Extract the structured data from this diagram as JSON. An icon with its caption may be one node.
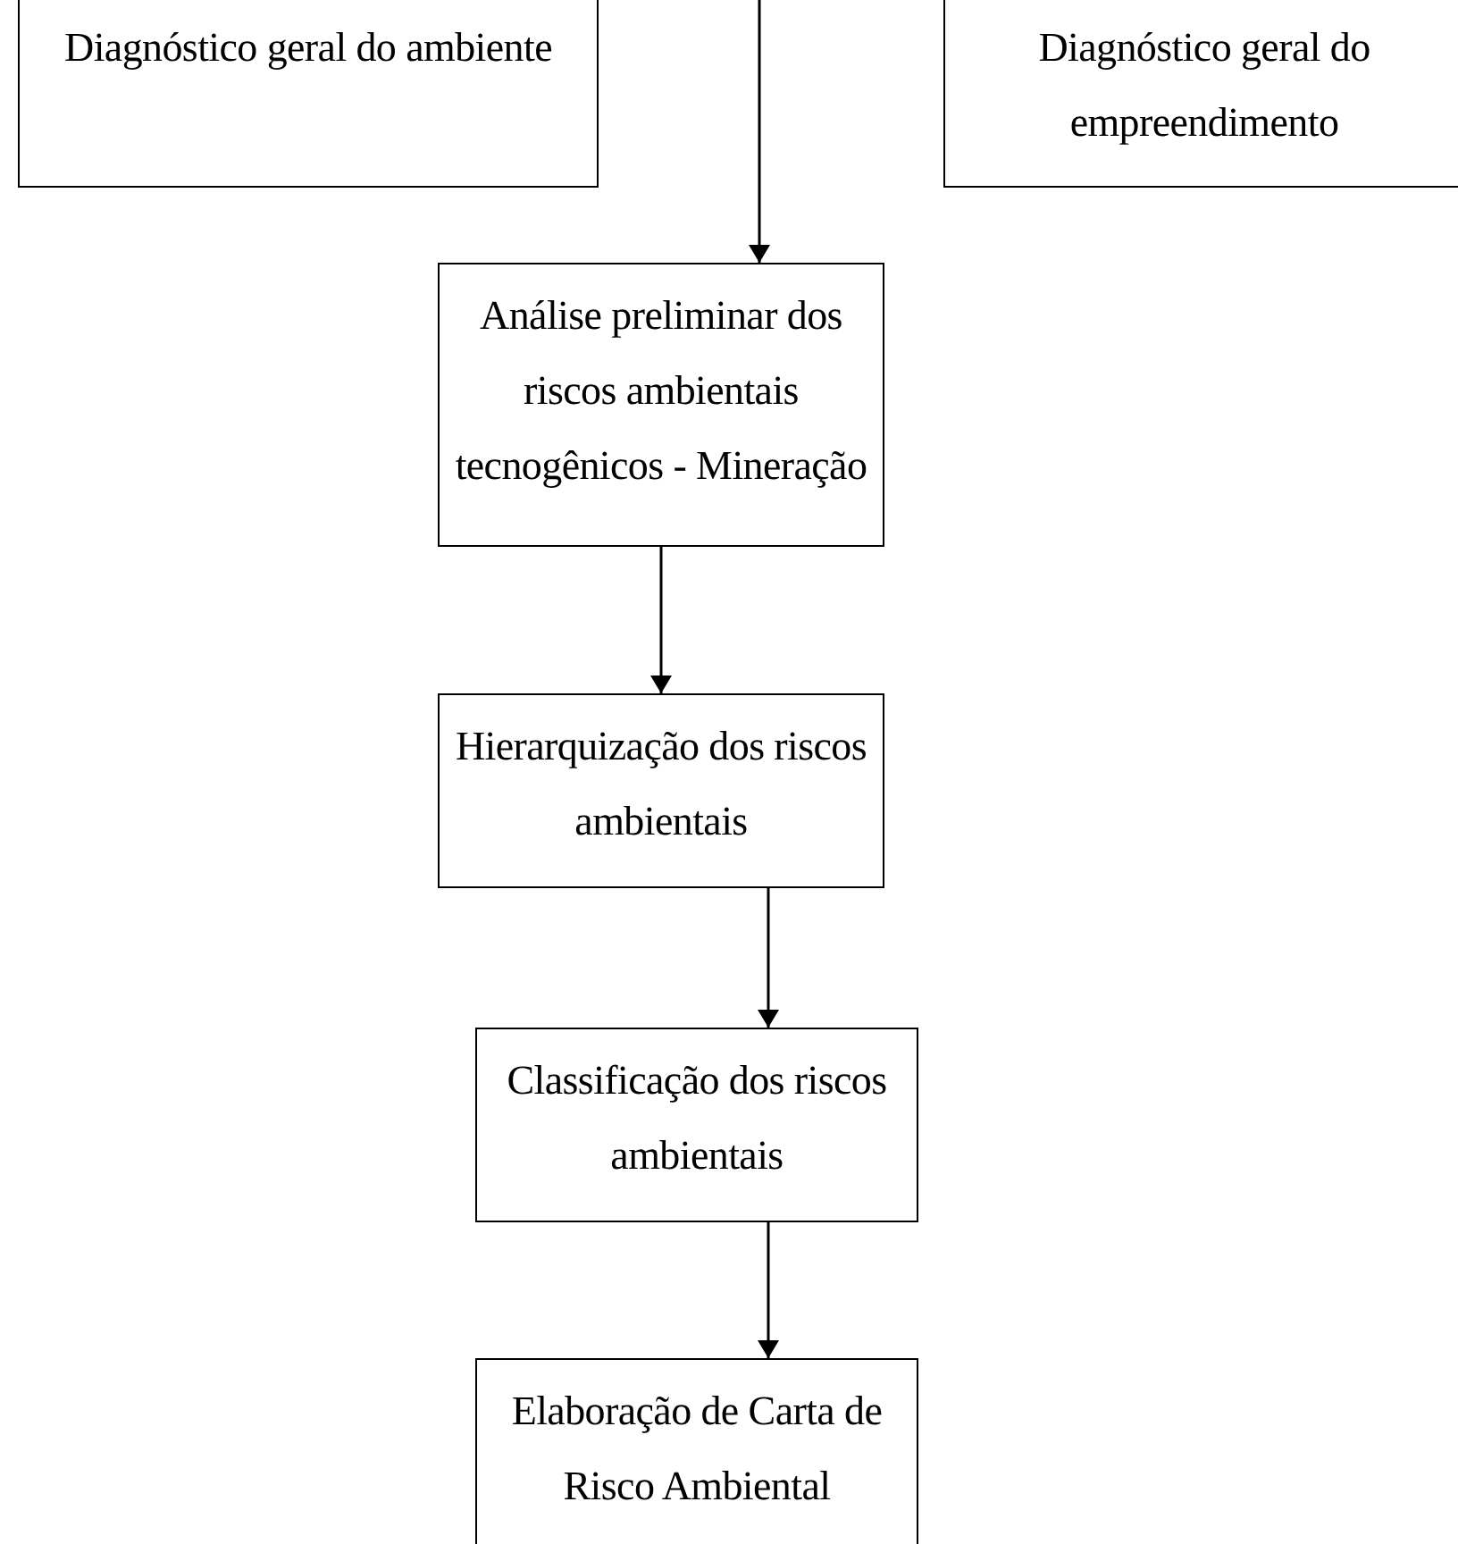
{
  "diagram": {
    "nodes": [
      {
        "text": [
          "Diagnóstico geral do ambiente"
        ]
      },
      {
        "text": [
          "Diagnóstico geral do empreendimento"
        ]
      },
      {
        "text": [
          "Análise preliminar dos riscos ambientais tecnogênicos - Mineração"
        ]
      },
      {
        "text": [
          "Hierarquização dos riscos ambientais"
        ]
      },
      {
        "text": [
          "Classificação dos riscos ambientais"
        ]
      },
      {
        "text": [
          "Elaboração de Carta de Risco Ambiental"
        ]
      }
    ],
    "edges": [
      {
        "from": null,
        "to": 2,
        "arrow": "to"
      },
      {
        "from": 2,
        "to": 3,
        "arrow": "to"
      },
      {
        "from": 3,
        "to": 4,
        "arrow": "to"
      },
      {
        "from": 4,
        "to": 5,
        "arrow": "to"
      }
    ]
  }
}
